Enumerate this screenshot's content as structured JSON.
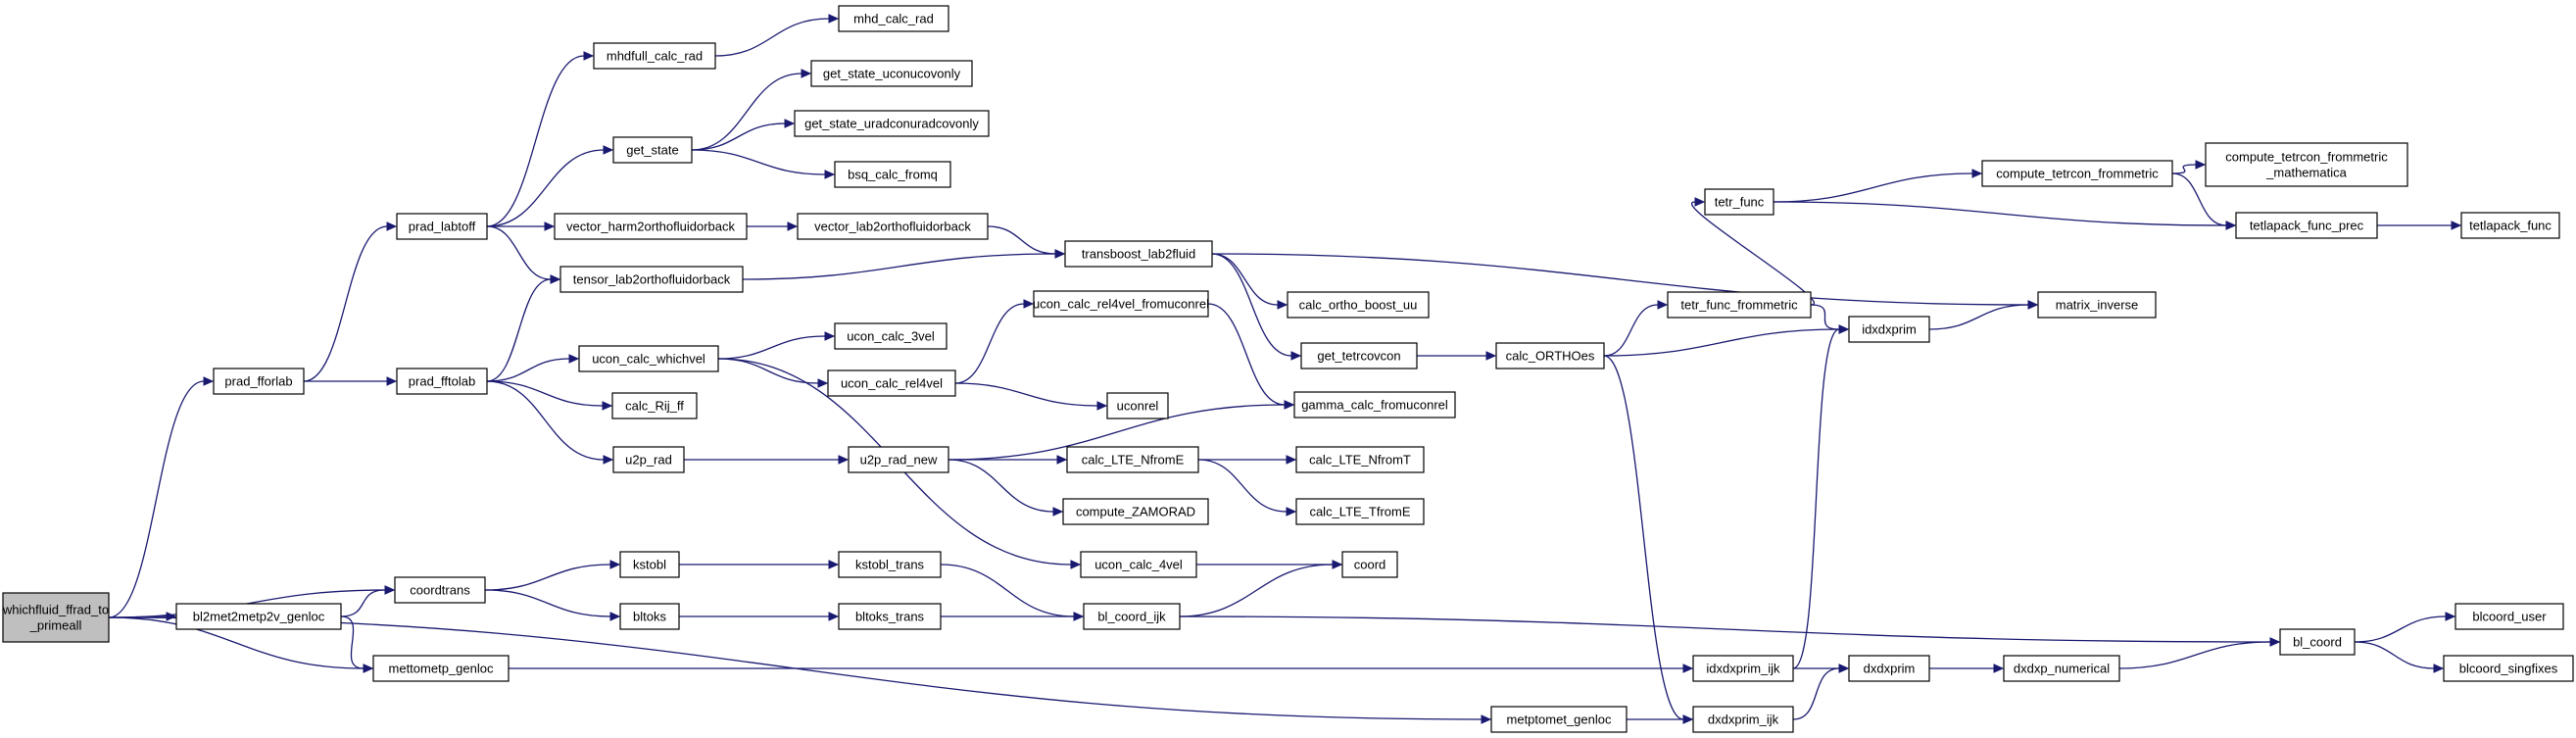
{
  "graph": {
    "colors": {
      "edge": "#191970",
      "node_border": "#000000",
      "node_fill": "#ffffff",
      "root_fill": "#bfbfbf"
    },
    "nodes": [
      {
        "id": "root",
        "lines": [
          "whichfluid_ffrad_to",
          "_primeall"
        ],
        "root": true
      },
      {
        "id": "prad_fforlab",
        "lines": [
          "prad_fforlab"
        ]
      },
      {
        "id": "bl2met2metp2v_genloc",
        "lines": [
          "bl2met2metp2v_genloc"
        ]
      },
      {
        "id": "coordtrans",
        "lines": [
          "coordtrans"
        ]
      },
      {
        "id": "mettometp_genloc",
        "lines": [
          "mettometp_genloc"
        ]
      },
      {
        "id": "metptomet_genloc",
        "lines": [
          "metptomet_genloc"
        ]
      },
      {
        "id": "prad_labtoff",
        "lines": [
          "prad_labtoff"
        ]
      },
      {
        "id": "prad_fftolab",
        "lines": [
          "prad_fftolab"
        ]
      },
      {
        "id": "mhdfull_calc_rad",
        "lines": [
          "mhdfull_calc_rad"
        ]
      },
      {
        "id": "mhd_calc_rad",
        "lines": [
          "mhd_calc_rad"
        ]
      },
      {
        "id": "get_state",
        "lines": [
          "get_state"
        ]
      },
      {
        "id": "get_state_uconucovonly",
        "lines": [
          "get_state_uconucovonly"
        ]
      },
      {
        "id": "get_state_uradconuradcovonly",
        "lines": [
          "get_state_uradconuradcovonly"
        ]
      },
      {
        "id": "bsq_calc_fromq",
        "lines": [
          "bsq_calc_fromq"
        ]
      },
      {
        "id": "vector_harm2orthofluidorback",
        "lines": [
          "vector_harm2orthofluidorback"
        ]
      },
      {
        "id": "vector_lab2orthofluidorback",
        "lines": [
          "vector_lab2orthofluidorback"
        ]
      },
      {
        "id": "tensor_lab2orthofluidorback",
        "lines": [
          "tensor_lab2orthofluidorback"
        ]
      },
      {
        "id": "transboost_lab2fluid",
        "lines": [
          "transboost_lab2fluid"
        ]
      },
      {
        "id": "ucon_calc_whichvel",
        "lines": [
          "ucon_calc_whichvel"
        ]
      },
      {
        "id": "ucon_calc_3vel",
        "lines": [
          "ucon_calc_3vel"
        ]
      },
      {
        "id": "ucon_calc_rel4vel",
        "lines": [
          "ucon_calc_rel4vel"
        ]
      },
      {
        "id": "ucon_calc_rel4vel_fromuconrel",
        "lines": [
          "ucon_calc_rel4vel_fromuconrel"
        ]
      },
      {
        "id": "uconrel",
        "lines": [
          "uconrel"
        ]
      },
      {
        "id": "calc_Rij_ff",
        "lines": [
          "calc_Rij_ff"
        ]
      },
      {
        "id": "u2p_rad",
        "lines": [
          "u2p_rad"
        ]
      },
      {
        "id": "u2p_rad_new",
        "lines": [
          "u2p_rad_new"
        ]
      },
      {
        "id": "gamma_calc_fromuconrel",
        "lines": [
          "gamma_calc_fromuconrel"
        ]
      },
      {
        "id": "calc_LTE_NfromE",
        "lines": [
          "calc_LTE_NfromE"
        ]
      },
      {
        "id": "calc_LTE_NfromT",
        "lines": [
          "calc_LTE_NfromT"
        ]
      },
      {
        "id": "calc_LTE_TfromE",
        "lines": [
          "calc_LTE_TfromE"
        ]
      },
      {
        "id": "compute_ZAMORAD",
        "lines": [
          "compute_ZAMORAD"
        ]
      },
      {
        "id": "ucon_calc_4vel",
        "lines": [
          "ucon_calc_4vel"
        ]
      },
      {
        "id": "coord",
        "lines": [
          "coord"
        ]
      },
      {
        "id": "kstobl",
        "lines": [
          "kstobl"
        ]
      },
      {
        "id": "kstobl_trans",
        "lines": [
          "kstobl_trans"
        ]
      },
      {
        "id": "bltoks",
        "lines": [
          "bltoks"
        ]
      },
      {
        "id": "bltoks_trans",
        "lines": [
          "bltoks_trans"
        ]
      },
      {
        "id": "bl_coord_ijk",
        "lines": [
          "bl_coord_ijk"
        ]
      },
      {
        "id": "calc_ortho_boost_uu",
        "lines": [
          "calc_ortho_boost_uu"
        ]
      },
      {
        "id": "get_tetrcovcon",
        "lines": [
          "get_tetrcovcon"
        ]
      },
      {
        "id": "calc_ORTHOes",
        "lines": [
          "calc_ORTHOes"
        ]
      },
      {
        "id": "tetr_func_frommetric",
        "lines": [
          "tetr_func_frommetric"
        ]
      },
      {
        "id": "tetr_func",
        "lines": [
          "tetr_func"
        ]
      },
      {
        "id": "compute_tetrcon_frommetric",
        "lines": [
          "compute_tetrcon_frommetric"
        ]
      },
      {
        "id": "compute_tetrcon_frommetric_mathematica",
        "lines": [
          "compute_tetrcon_frommetric",
          "_mathematica"
        ]
      },
      {
        "id": "tetlapack_func_prec",
        "lines": [
          "tetlapack_func_prec"
        ]
      },
      {
        "id": "tetlapack_func",
        "lines": [
          "tetlapack_func"
        ]
      },
      {
        "id": "idxdxprim",
        "lines": [
          "idxdxprim"
        ]
      },
      {
        "id": "matrix_inverse",
        "lines": [
          "matrix_inverse"
        ]
      },
      {
        "id": "idxdxprim_ijk",
        "lines": [
          "idxdxprim_ijk"
        ]
      },
      {
        "id": "dxdxprim",
        "lines": [
          "dxdxprim"
        ]
      },
      {
        "id": "dxdxp_numerical",
        "lines": [
          "dxdxp_numerical"
        ]
      },
      {
        "id": "dxdxprim_ijk",
        "lines": [
          "dxdxprim_ijk"
        ]
      },
      {
        "id": "bl_coord",
        "lines": [
          "bl_coord"
        ]
      },
      {
        "id": "blcoord_user",
        "lines": [
          "blcoord_user"
        ]
      },
      {
        "id": "blcoord_singfixes",
        "lines": [
          "blcoord_singfixes"
        ]
      }
    ],
    "edges": [
      [
        "root",
        "prad_fforlab"
      ],
      [
        "root",
        "bl2met2metp2v_genloc"
      ],
      [
        "root",
        "coordtrans"
      ],
      [
        "root",
        "mettometp_genloc"
      ],
      [
        "root",
        "metptomet_genloc"
      ],
      [
        "prad_fforlab",
        "prad_labtoff"
      ],
      [
        "prad_fforlab",
        "prad_fftolab"
      ],
      [
        "prad_labtoff",
        "mhdfull_calc_rad"
      ],
      [
        "prad_labtoff",
        "get_state"
      ],
      [
        "prad_labtoff",
        "vector_harm2orthofluidorback"
      ],
      [
        "prad_labtoff",
        "tensor_lab2orthofluidorback"
      ],
      [
        "mhdfull_calc_rad",
        "mhd_calc_rad"
      ],
      [
        "get_state",
        "get_state_uconucovonly"
      ],
      [
        "get_state",
        "get_state_uradconuradcovonly"
      ],
      [
        "get_state",
        "bsq_calc_fromq"
      ],
      [
        "vector_harm2orthofluidorback",
        "vector_lab2orthofluidorback"
      ],
      [
        "vector_lab2orthofluidorback",
        "transboost_lab2fluid"
      ],
      [
        "tensor_lab2orthofluidorback",
        "transboost_lab2fluid"
      ],
      [
        "prad_fftolab",
        "tensor_lab2orthofluidorback"
      ],
      [
        "prad_fftolab",
        "ucon_calc_whichvel"
      ],
      [
        "prad_fftolab",
        "calc_Rij_ff"
      ],
      [
        "prad_fftolab",
        "u2p_rad"
      ],
      [
        "ucon_calc_whichvel",
        "ucon_calc_3vel"
      ],
      [
        "ucon_calc_whichvel",
        "ucon_calc_rel4vel"
      ],
      [
        "ucon_calc_whichvel",
        "ucon_calc_4vel"
      ],
      [
        "ucon_calc_rel4vel",
        "ucon_calc_rel4vel_fromuconrel"
      ],
      [
        "ucon_calc_rel4vel",
        "uconrel"
      ],
      [
        "ucon_calc_rel4vel_fromuconrel",
        "gamma_calc_fromuconrel"
      ],
      [
        "u2p_rad",
        "u2p_rad_new"
      ],
      [
        "u2p_rad_new",
        "gamma_calc_fromuconrel"
      ],
      [
        "u2p_rad_new",
        "calc_LTE_NfromE"
      ],
      [
        "u2p_rad_new",
        "compute_ZAMORAD"
      ],
      [
        "calc_LTE_NfromE",
        "calc_LTE_NfromT"
      ],
      [
        "calc_LTE_NfromE",
        "calc_LTE_TfromE"
      ],
      [
        "ucon_calc_4vel",
        "coord"
      ],
      [
        "transboost_lab2fluid",
        "calc_ortho_boost_uu"
      ],
      [
        "transboost_lab2fluid",
        "get_tetrcovcon"
      ],
      [
        "transboost_lab2fluid",
        "matrix_inverse"
      ],
      [
        "get_tetrcovcon",
        "calc_ORTHOes"
      ],
      [
        "calc_ORTHOes",
        "tetr_func_frommetric"
      ],
      [
        "calc_ORTHOes",
        "idxdxprim"
      ],
      [
        "calc_ORTHOes",
        "dxdxprim_ijk"
      ],
      [
        "tetr_func_frommetric",
        "tetr_func"
      ],
      [
        "tetr_func_frommetric",
        "idxdxprim"
      ],
      [
        "tetr_func",
        "compute_tetrcon_frommetric"
      ],
      [
        "tetr_func",
        "tetlapack_func_prec"
      ],
      [
        "compute_tetrcon_frommetric",
        "compute_tetrcon_frommetric_mathematica"
      ],
      [
        "compute_tetrcon_frommetric",
        "tetlapack_func_prec"
      ],
      [
        "tetlapack_func_prec",
        "tetlapack_func"
      ],
      [
        "idxdxprim",
        "matrix_inverse"
      ],
      [
        "bl2met2metp2v_genloc",
        "coordtrans"
      ],
      [
        "bl2met2metp2v_genloc",
        "mettometp_genloc"
      ],
      [
        "coordtrans",
        "kstobl"
      ],
      [
        "coordtrans",
        "bltoks"
      ],
      [
        "kstobl",
        "kstobl_trans"
      ],
      [
        "bltoks",
        "bltoks_trans"
      ],
      [
        "kstobl_trans",
        "bl_coord_ijk"
      ],
      [
        "bltoks_trans",
        "bl_coord_ijk"
      ],
      [
        "bl_coord_ijk",
        "coord"
      ],
      [
        "bl_coord_ijk",
        "bl_coord"
      ],
      [
        "mettometp_genloc",
        "idxdxprim_ijk"
      ],
      [
        "idxdxprim_ijk",
        "idxdxprim"
      ],
      [
        "idxdxprim_ijk",
        "dxdxprim"
      ],
      [
        "dxdxprim",
        "dxdxp_numerical"
      ],
      [
        "dxdxp_numerical",
        "bl_coord"
      ],
      [
        "metptomet_genloc",
        "dxdxprim_ijk"
      ],
      [
        "dxdxprim_ijk",
        "dxdxprim"
      ],
      [
        "bl_coord",
        "blcoord_user"
      ],
      [
        "bl_coord",
        "blcoord_singfixes"
      ]
    ]
  }
}
